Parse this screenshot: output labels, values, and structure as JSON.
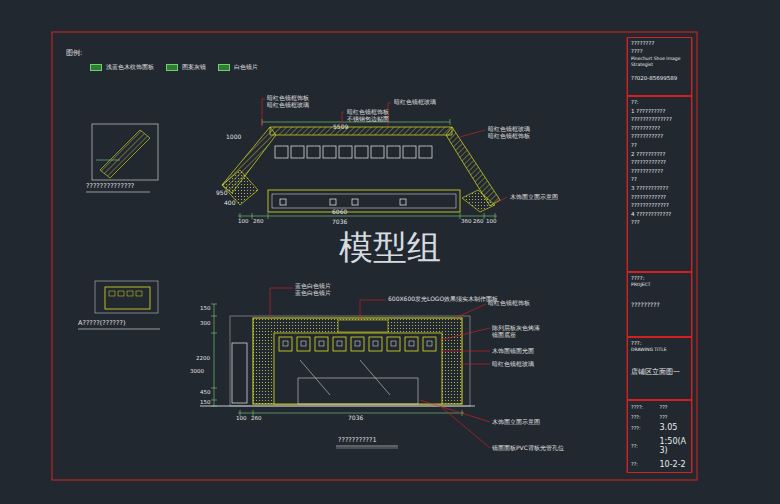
{
  "diagram": {
    "nodes": [
      {
        "text": [
          "????????",
          "????",
          "Pinechurt Shoe Image Strategist",
          "??020-85699589"
        ]
      },
      {
        "text": [
          "??:",
          "1 ??????????",
          "??????????????",
          "??????????",
          "???????????",
          "??",
          "2 ??????????",
          "????????????",
          "???????????",
          "??",
          "3 ???????????",
          "????????????",
          "?????????????",
          "4 ????????????",
          "???"
        ]
      },
      {
        "text": [
          "????:",
          "PROJECT",
          "?????????"
        ]
      },
      {
        "text": [
          "???:",
          "DRAWING TITLE",
          "店铺区立面图一"
        ]
      },
      {
        "text": [
          "????:",
          "???",
          "???:",
          "???",
          "???:",
          "3.05",
          "??:",
          "1:50(A3)",
          "??:",
          "10-2-2"
        ]
      }
    ],
    "labels": [
      "图例:",
      "暗红色镜框饰板",
      "暗红色镜框玻璃",
      "暗红色镜框饰板",
      "不锈钢包边贴面",
      "暗红色镜框玻璃",
      "5509",
      "暗红色镜框玻璃",
      "暗红色镜框饰板",
      "1000",
      "950",
      "400",
      "木饰面立面示意图",
      "100",
      "260",
      "6060",
      "7036",
      "360",
      "260",
      "100",
      "??????????????",
      "A?????(??????)",
      "模型组",
      "蓝色白色镜片",
      "蓝色白色镜片",
      "600X600发光LOGO效果须实木制作面板",
      "暗红色镜框饰板",
      "陈列层板灰色烤漆",
      "镜面底座",
      "木饰面镜面光面",
      "暗红色镜框玻璃",
      "木饰面立面示意图",
      "镜面面板PVC背板光管孔位",
      "150",
      "300",
      "2200",
      "3000",
      "450",
      "150",
      "100",
      "260",
      "7036",
      "??????????1"
    ],
    "legend": [
      {
        "text": "浅蓝色木纹饰面板",
        "color": "#2f7d32"
      },
      {
        "text": "图案灰镜",
        "color": "#2f7d32"
      },
      {
        "text": "白色镜片",
        "color": "#2f7d32"
      }
    ]
  }
}
